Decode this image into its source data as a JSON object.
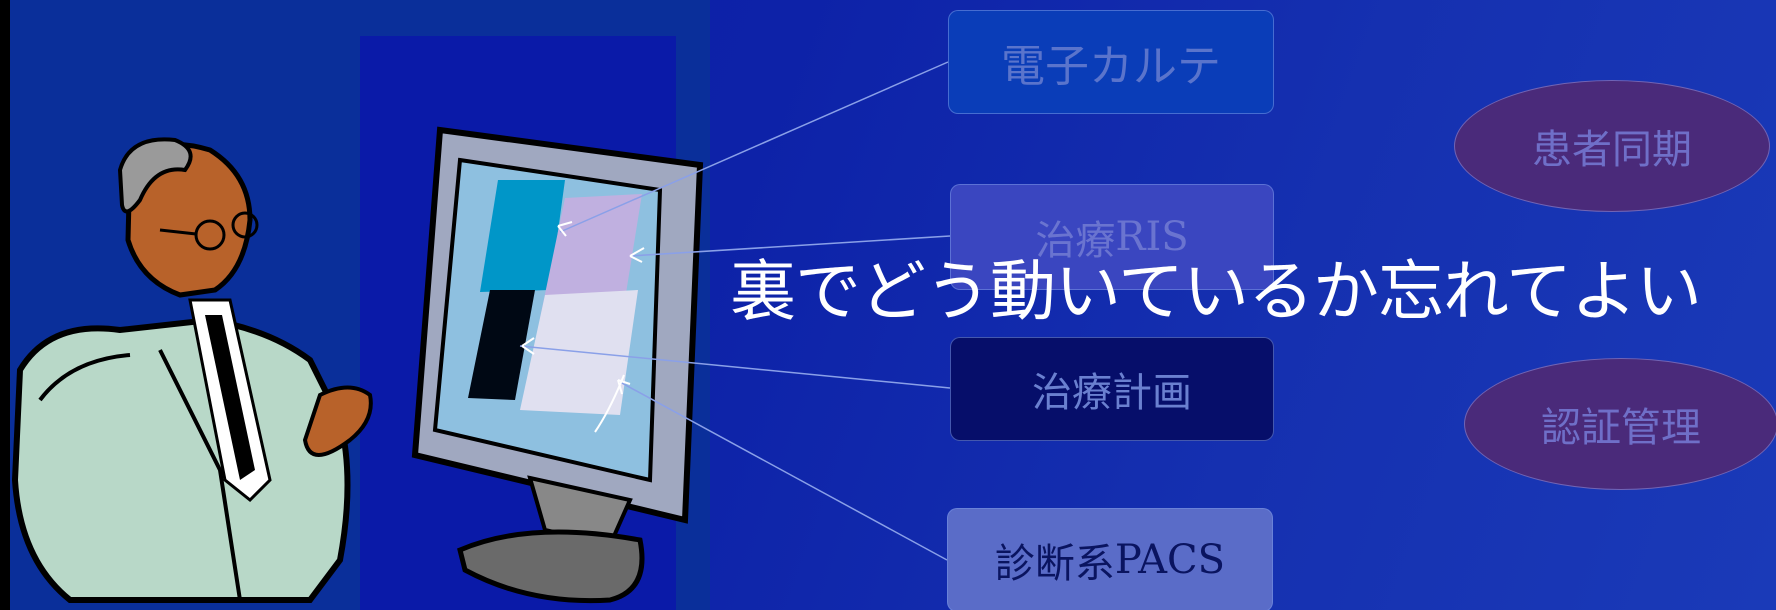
{
  "boxes": {
    "ehr": "電子カルテ",
    "ris_jp": "治療",
    "ris_en": "RIS",
    "plan": "治療計画",
    "pacs_jp": "診断系",
    "pacs_en": "PACS"
  },
  "ellipses": {
    "sync": "患者同期",
    "auth": "認証管理"
  },
  "headline": "裏でどう動いているか忘れてよい",
  "colors": {
    "background": "#0d22a8",
    "headline": "#ffffff",
    "ellipse_fill": "#4a2a7a"
  }
}
